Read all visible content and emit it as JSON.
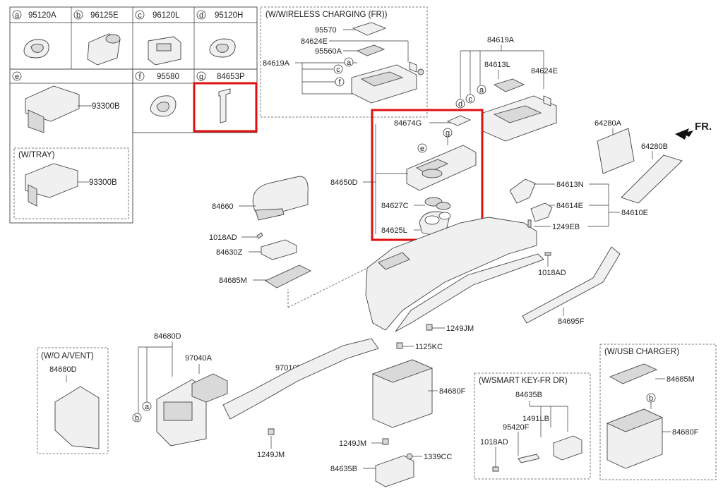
{
  "table": {
    "a": {
      "letter": "a",
      "code": "95120A"
    },
    "b": {
      "letter": "b",
      "code": "96125E"
    },
    "c": {
      "letter": "c",
      "code": "96120L"
    },
    "d": {
      "letter": "d",
      "code": "95120H"
    },
    "e": {
      "letter": "e",
      "code": "93300B",
      "tray_code": "93300B",
      "tray_header": "(W/TRAY)"
    },
    "f": {
      "letter": "f",
      "code": "95580"
    },
    "g": {
      "letter": "g",
      "code": "84653P"
    }
  },
  "wireless": {
    "header": "(W/WIRELESS CHARGING (FR))",
    "labels": [
      "95570",
      "84624E",
      "95560A",
      "84619A"
    ],
    "callouts": [
      "a",
      "c",
      "f"
    ]
  },
  "top_right": {
    "labels": [
      "84619A",
      "84613L",
      "84624E"
    ],
    "callouts": [
      "d",
      "c",
      "a"
    ]
  },
  "fr_label": "FR.",
  "main_labels": {
    "p84674G": "84674G",
    "p84650D": "84650D",
    "p84627C": "84627C",
    "p84625L": "84625L",
    "p84660": "84660",
    "p1018AD_1": "1018AD",
    "p84630Z": "84630Z",
    "p84685M_1": "84685M",
    "p64280A": "64280A",
    "p64280B": "64280B",
    "p84613N": "84613N",
    "p84614E": "84614E",
    "p84610E": "84610E",
    "p1249EB": "1249EB",
    "p1018AD_2": "1018AD",
    "p84695F": "84695F",
    "p1249JM_1": "1249JM",
    "p1125KC": "1125KC",
    "p84680F_1": "84680F",
    "p1249JM_2": "1249JM",
    "p84635B_1": "84635B",
    "p1339CC": "1339CC",
    "p84680D": "84680D",
    "p97040A": "97040A",
    "p97010B": "97010B",
    "p1249JM_3": "1249JM"
  },
  "main_callouts": {
    "g": "g",
    "e": "e",
    "a": "a",
    "b": "b"
  },
  "wo_avent": {
    "header": "(W/O A/VENT)",
    "label": "84680D"
  },
  "smart_key": {
    "header": "(W/SMART KEY-FR DR)",
    "labels": {
      "p84635B": "84635B",
      "p1491LB": "1491LB",
      "p95420F": "95420F",
      "p1018AD": "1018AD"
    }
  },
  "usb": {
    "header": "(W/USB CHARGER)",
    "labels": {
      "p84685M": "84685M",
      "p84680F": "84680F"
    },
    "callout": "b"
  },
  "colors": {
    "highlight": "#e01010",
    "line": "#333333",
    "part_fill": "#f0f0f0"
  }
}
